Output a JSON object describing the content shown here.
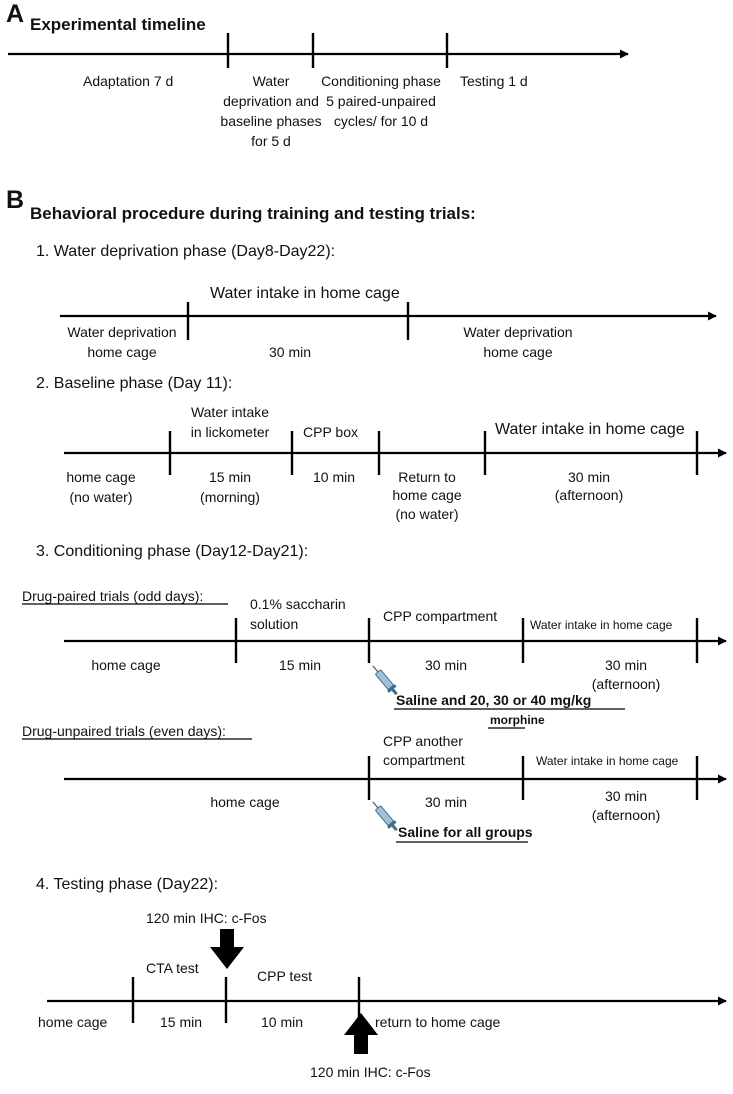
{
  "panel_a": {
    "letter": "A",
    "title": "Experimental timeline",
    "stages": {
      "adaptation": "Adaptation 7 d",
      "water_l1": "Water",
      "water_l2": "deprivation and",
      "water_l3": "baseline phases",
      "water_l4": "for  5 d",
      "cond_l1": "Conditioning phase",
      "cond_l2": "5 paired-unpaired",
      "cond_l3": "cycles/ for 10 d",
      "testing": "Testing 1 d"
    }
  },
  "panel_b": {
    "letter": "B",
    "title": "Behavioral procedure during training and testing trials:",
    "phase1": {
      "title": "1. Water deprivation phase (Day8-Day22):",
      "above": "Water intake in home cage",
      "left_l1": "Water deprivation",
      "left_l2": "home cage",
      "mid": "30 min",
      "right_l1": "Water deprivation",
      "right_l2": "home cage"
    },
    "phase2": {
      "title": "2. Baseline phase (Day 11):",
      "above_lick_l1": "Water intake",
      "above_lick_l2": "in lickometer",
      "above_cpp": "CPP box",
      "above_home": "Water intake in home cage",
      "hc_l1": "home cage",
      "hc_l2": "(no water)",
      "lick_l1": "15 min",
      "lick_l2": "(morning)",
      "cpp_dur": "10 min",
      "ret_l1": "Return to",
      "ret_l2": "home cage",
      "ret_l3": "(no water)",
      "home_l1": "30 min",
      "home_l2": "(afternoon)"
    },
    "phase3": {
      "title": "3. Conditioning phase (Day12-Day21):",
      "paired": {
        "title": "Drug-paired trials (odd days):",
        "sac_l1": "0.1% saccharin",
        "sac_l2": "solution",
        "cpp": "CPP compartment",
        "home_above": "Water intake in home cage",
        "hc": "home cage",
        "sac_dur": "15 min",
        "cpp_dur": "30 min",
        "home_l1": "30 min",
        "home_l2": "(afternoon)",
        "inj_l1": "Saline and 20, 30 or 40 mg/kg",
        "inj_l2": "morphine"
      },
      "unpaired": {
        "title": "Drug-unpaired trials (even days):",
        "cpp_l1": "CPP another",
        "cpp_l2": "compartment",
        "home_above": "Water intake in home cage",
        "hc": "home cage",
        "cpp_dur": "30 min",
        "home_l1": "30 min",
        "home_l2": "(afternoon)",
        "inj": "Saline for all groups"
      }
    },
    "phase4": {
      "title": "4. Testing phase (Day22):",
      "ihc_top": "120 min IHC: c-Fos",
      "cta": "CTA test",
      "cpp": "CPP test",
      "hc": "home cage",
      "cta_dur": "15 min",
      "cpp_dur": "10 min",
      "return": "return to home cage",
      "ihc_bottom": "120 min IHC: c-Fos"
    }
  },
  "colors": {
    "ink": "#111111",
    "syringe_body": "#9fc3d6",
    "syringe_dark": "#3d6f8c"
  },
  "icons": {
    "injection": "syringe-icon",
    "sampling": "down-arrow-icon"
  }
}
